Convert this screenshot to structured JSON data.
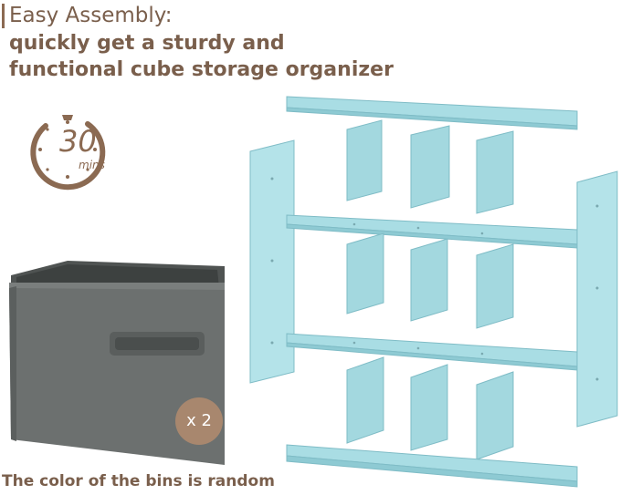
{
  "header": {
    "title": "Easy Assembly:",
    "line1": "quickly get a sturdy and",
    "line2": "functional cube storage organizer"
  },
  "timer": {
    "minutes": "30",
    "unit": "mins"
  },
  "bin": {
    "quantity_label": "x 2"
  },
  "footer": {
    "note": "The color of the bins is random"
  },
  "colors": {
    "text_brown": "#7a5f4c",
    "accent_brown": "#8b6a52",
    "panel_blue": "#a9dde4",
    "bin_gray": "#6c706f"
  }
}
